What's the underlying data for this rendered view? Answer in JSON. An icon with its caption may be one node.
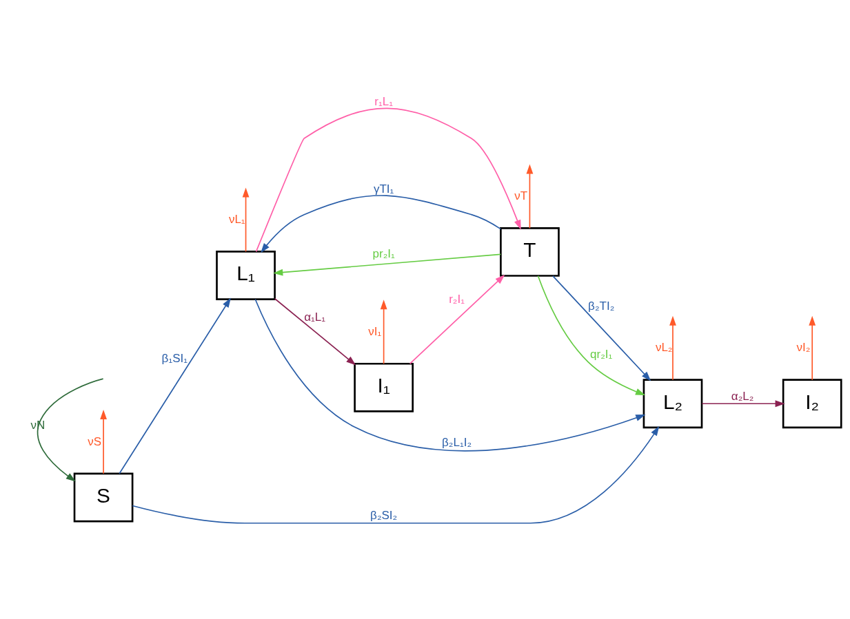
{
  "diagram": {
    "nodes": [
      {
        "text": [
          "S"
        ]
      },
      {
        "text": [
          "L₁"
        ]
      },
      {
        "text": [
          "I₁"
        ]
      },
      {
        "text": [
          "T"
        ]
      },
      {
        "text": [
          "L₂"
        ]
      },
      {
        "text": [
          "I₂"
        ]
      }
    ],
    "edges": [
      {
        "from": null,
        "to": 0,
        "arrow": "to",
        "label": "νN",
        "color": "#2e6b3a"
      },
      {
        "from": 0,
        "to": null,
        "arrow": "to",
        "label": "νS",
        "color": "#ff5a2a"
      },
      {
        "from": 0,
        "to": 1,
        "arrow": "to",
        "label": "β₁SI₁",
        "color": "#2a5ea8"
      },
      {
        "from": 0,
        "to": 4,
        "arrow": "to",
        "label": "β₂SI₂",
        "color": "#2a5ea8"
      },
      {
        "from": 1,
        "to": 2,
        "arrow": "to",
        "label": "α₁L₁",
        "color": "#8b2252"
      },
      {
        "from": 1,
        "to": null,
        "arrow": "to",
        "label": "νL₁",
        "color": "#ff5a2a"
      },
      {
        "from": 2,
        "to": null,
        "arrow": "to",
        "label": "νI₁",
        "color": "#ff5a2a"
      },
      {
        "from": 1,
        "to": 4,
        "arrow": "to",
        "label": "β₂L₁I₂",
        "color": "#2a5ea8"
      },
      {
        "from": 1,
        "to": 3,
        "arrow": "to",
        "label": "r₁L₁",
        "color": "#ff5fa8"
      },
      {
        "from": 3,
        "to": 1,
        "arrow": "to",
        "label": "γTI₁",
        "color": "#2a5ea8"
      },
      {
        "from": 2,
        "to": 3,
        "arrow": "to",
        "label": "r₂I₁",
        "color": "#ff5fa8"
      },
      {
        "from": 3,
        "to": 1,
        "arrow": "to",
        "label": "pr₂I₁",
        "color": "#66cc44"
      },
      {
        "from": 3,
        "to": null,
        "arrow": "to",
        "label": "νT",
        "color": "#ff5a2a"
      },
      {
        "from": 3,
        "to": 4,
        "arrow": "to",
        "label": "β₂TI₂",
        "color": "#2a5ea8"
      },
      {
        "from": 3,
        "to": 4,
        "arrow": "to",
        "label": "qr₂I₁",
        "color": "#66cc44"
      },
      {
        "from": 4,
        "to": 5,
        "arrow": "to",
        "label": "α₂L₂",
        "color": "#8b2252"
      },
      {
        "from": 4,
        "to": null,
        "arrow": "to",
        "label": "νL₂",
        "color": "#ff5a2a"
      },
      {
        "from": 5,
        "to": null,
        "arrow": "to",
        "label": "νI₂",
        "color": "#ff5a2a"
      }
    ]
  }
}
